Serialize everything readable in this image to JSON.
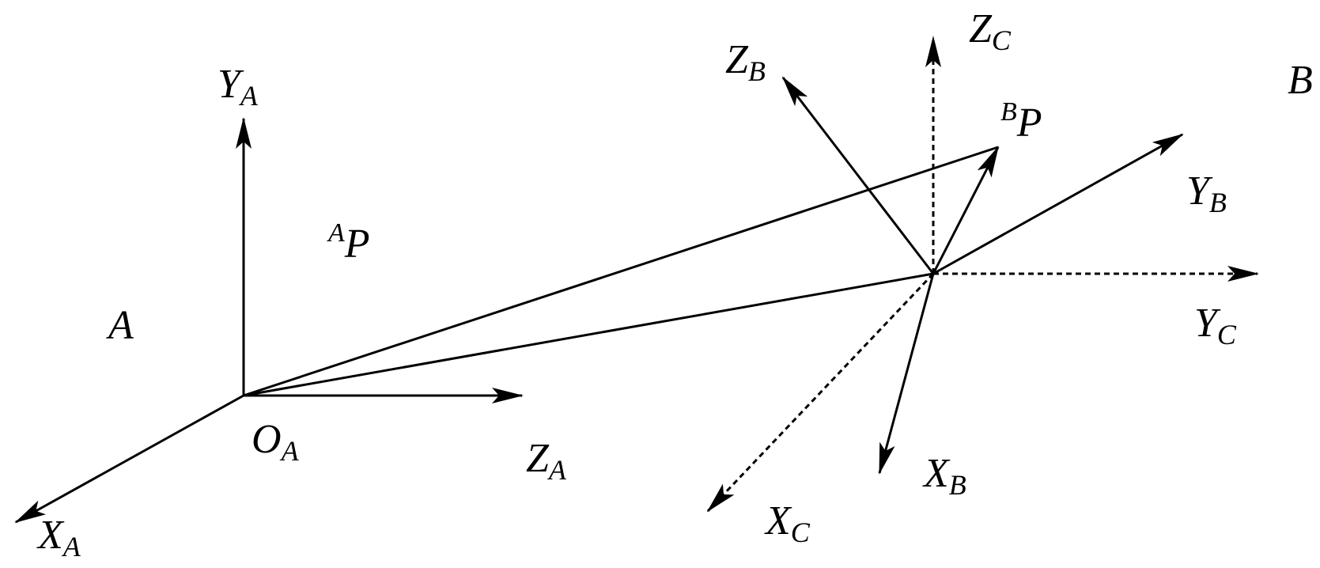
{
  "frames": {
    "A": {
      "name": "A",
      "origin": "O",
      "origin_sub": "A",
      "axes": [
        {
          "name": "X",
          "sub": "A"
        },
        {
          "name": "Y",
          "sub": "A"
        },
        {
          "name": "Z",
          "sub": "A"
        }
      ]
    },
    "B": {
      "name": "B",
      "axes": [
        {
          "name": "X",
          "sub": "B"
        },
        {
          "name": "Y",
          "sub": "B"
        },
        {
          "name": "Z",
          "sub": "B"
        }
      ]
    },
    "C": {
      "axes": [
        {
          "name": "X",
          "sub": "C"
        },
        {
          "name": "Y",
          "sub": "C"
        },
        {
          "name": "Z",
          "sub": "C"
        }
      ]
    }
  },
  "points": {
    "AP": {
      "sup": "A",
      "name": "P"
    },
    "BP": {
      "sup": "B",
      "name": "P"
    }
  },
  "colors": {
    "ink": "#000000",
    "background": "#ffffff"
  }
}
